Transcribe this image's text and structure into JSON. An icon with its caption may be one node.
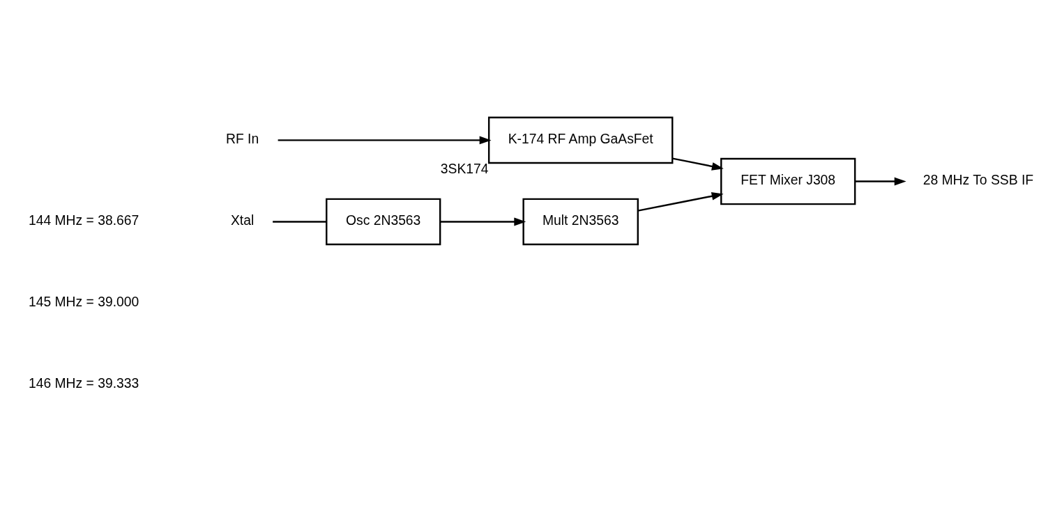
{
  "diagram": {
    "nodes": [
      {
        "text": [
          "RF In"
        ]
      },
      {
        "text": [
          "K-174 RF Amp GaAsFet"
        ],
        "beside": [
          "3SK174"
        ]
      },
      {
        "text": [
          "FET Mixer J308"
        ]
      },
      {
        "text": [
          "28 MHz To SSB IF"
        ]
      },
      {
        "text": [
          "Xtal"
        ]
      },
      {
        "text": [
          "Osc 2N3563"
        ]
      },
      {
        "text": [
          "Mult 2N3563"
        ]
      }
    ],
    "edges": [
      {
        "from": 0,
        "to": 1,
        "arrow": "to"
      },
      {
        "from": 1,
        "to": 2,
        "arrow": "to"
      },
      {
        "from": 2,
        "to": 3,
        "arrow": "to"
      },
      {
        "from": 4,
        "to": 5,
        "arrow": "none"
      },
      {
        "from": 5,
        "to": 6,
        "arrow": "to"
      },
      {
        "from": 6,
        "to": 2,
        "arrow": "to"
      }
    ],
    "labels": [
      "144 MHz = 38.667",
      "145 MHz = 39.000",
      "146 MHz = 39.333"
    ]
  }
}
